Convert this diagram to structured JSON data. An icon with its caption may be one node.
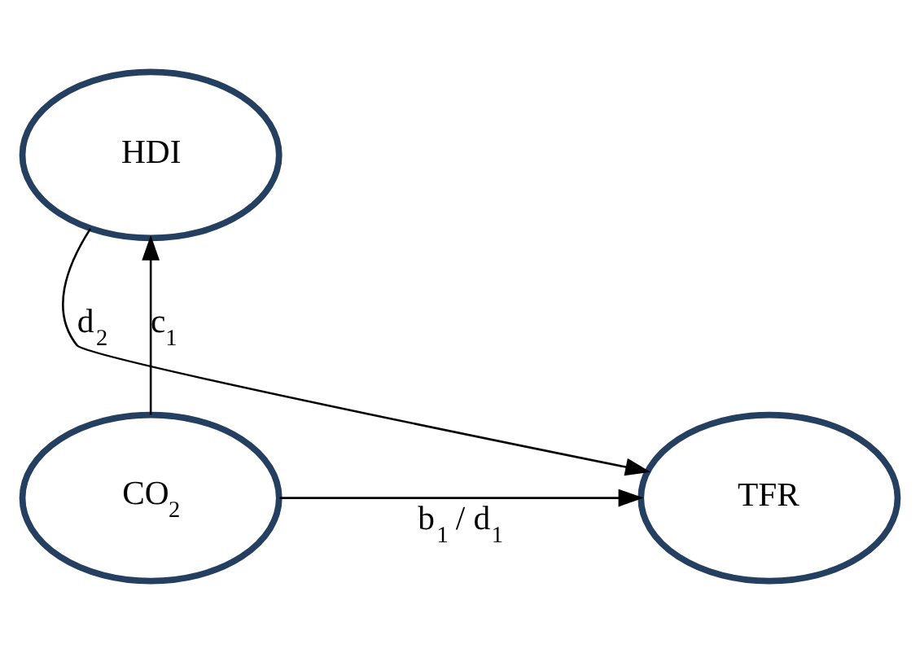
{
  "diagram": {
    "nodes": [
      {
        "text": [
          "HDI"
        ]
      },
      {
        "text": [
          "CO$_{2}$"
        ]
      },
      {
        "text": [
          "TFR"
        ]
      }
    ],
    "edges": [
      {
        "from": 1,
        "to": 0,
        "arrow": "to",
        "label": "c$_{1}$"
      },
      {
        "from": 0,
        "to": 2,
        "arrow": "to",
        "label": "d$_{2}$"
      },
      {
        "from": 1,
        "to": 2,
        "arrow": "to",
        "label": "b$_{1}$ / d$_{1}$"
      }
    ]
  }
}
